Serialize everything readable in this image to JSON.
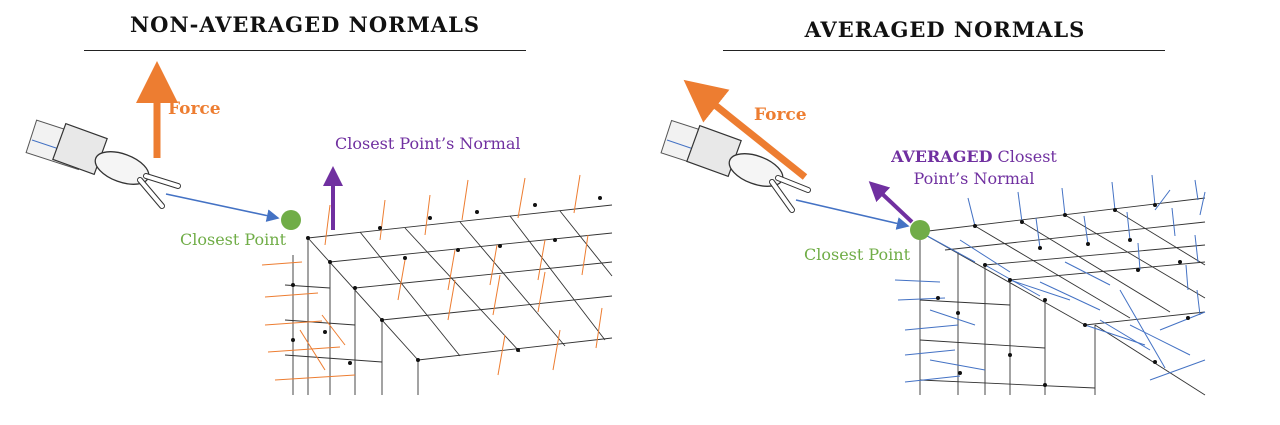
{
  "left_panel": {
    "title": "NON-AVERAGED NORMALS",
    "force_label": "Force",
    "normal_label": "Closest Point’s Normal",
    "closest_point_label": "Closest Point"
  },
  "right_panel": {
    "title": "AVERAGED NORMALS",
    "force_label": "Force",
    "normal_label_bold": "AVERAGED",
    "normal_label_rest_1": "Closest",
    "normal_label_rest_2": "Point’s Normal",
    "closest_point_label": "Closest Point"
  },
  "colors": {
    "force": "#ED7D31",
    "normal": "#7030A0",
    "closest_point": "#70AD47",
    "probe_line": "#4472C4",
    "nonavg_normals": "#ED7D31",
    "avg_normals": "#4472C4",
    "mesh": "#333333"
  }
}
